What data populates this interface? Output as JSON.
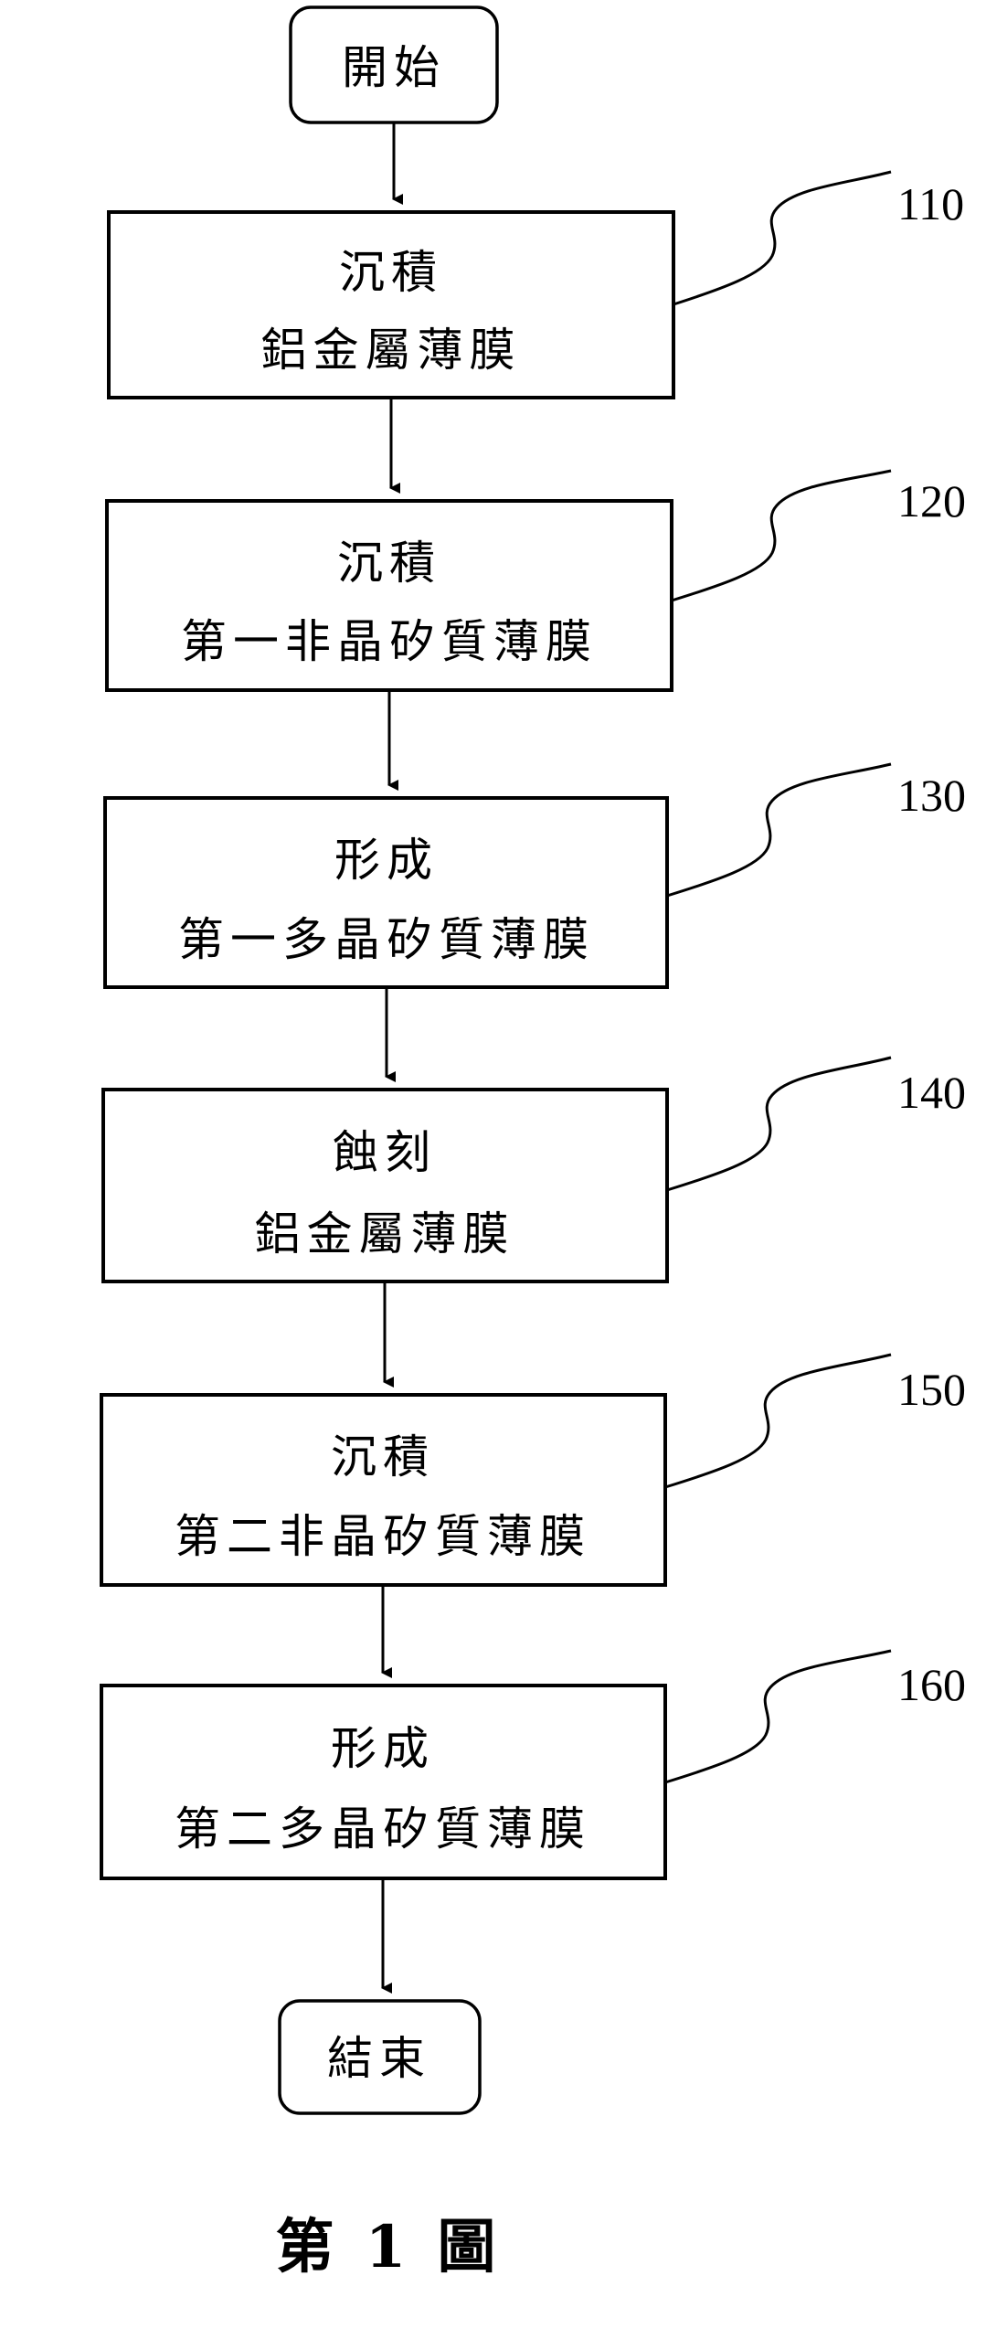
{
  "start": {
    "label": "開始"
  },
  "steps": [
    {
      "ref": "110",
      "line1": "沉積",
      "line2": "鋁金屬薄膜"
    },
    {
      "ref": "120",
      "line1": "沉積",
      "line2": "第一非晶矽質薄膜"
    },
    {
      "ref": "130",
      "line1": "形成",
      "line2": "第一多晶矽質薄膜"
    },
    {
      "ref": "140",
      "line1": "蝕刻",
      "line2": "鋁金屬薄膜"
    },
    {
      "ref": "150",
      "line1": "沉積",
      "line2": "第二非晶矽質薄膜"
    },
    {
      "ref": "160",
      "line1": "形成",
      "line2": "第二多晶矽質薄膜"
    }
  ],
  "end": {
    "label": "結束"
  },
  "caption": "第 1 圖"
}
